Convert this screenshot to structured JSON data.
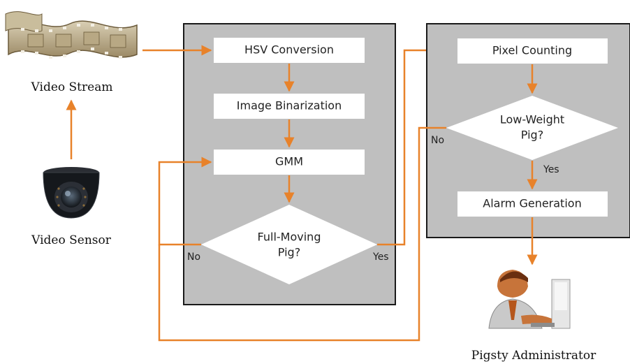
{
  "inputs": {
    "stream_label": "Video Stream",
    "sensor_label": "Video Sensor"
  },
  "left_panel": {
    "step1": "HSV Conversion",
    "step2": "Image Binarization",
    "step3": "GMM",
    "decision_line1": "Full-Moving",
    "decision_line2": "Pig?",
    "no_label": "No",
    "yes_label": "Yes"
  },
  "right_panel": {
    "step1": "Pixel Counting",
    "decision_line1": "Low-Weight",
    "decision_line2": "Pig?",
    "no_label": "No",
    "yes_label": "Yes",
    "step2": "Alarm Generation"
  },
  "output": {
    "admin_label": "Pigsty Administrator"
  },
  "colors": {
    "arrow": "#e8822a",
    "panel": "#bfbfbf"
  },
  "icons": [
    "film-strip-icon",
    "dome-camera-icon",
    "administrator-icon"
  ]
}
